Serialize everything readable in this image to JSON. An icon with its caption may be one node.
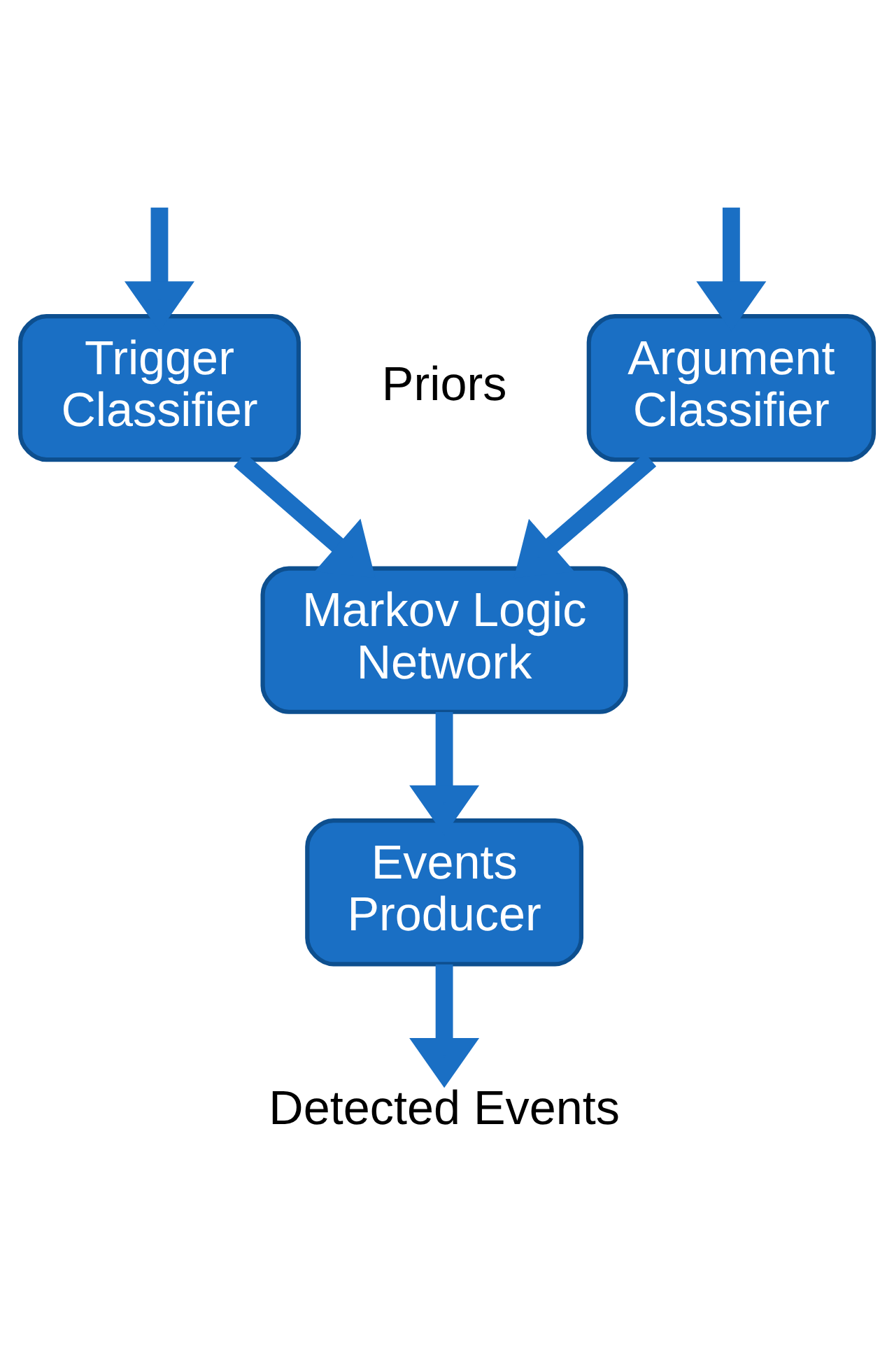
{
  "diagram": {
    "nodes": [
      {
        "text": [
          "Trigger Classifier"
        ]
      },
      {
        "text": [
          "Argument Classifier"
        ]
      },
      {
        "text": [
          "Markov Logic Network"
        ]
      },
      {
        "text": [
          "Events Producer"
        ]
      },
      {
        "text": [
          "Detected Events"
        ]
      }
    ],
    "edges": [
      {
        "from": null,
        "to": 0,
        "arrow": "to"
      },
      {
        "from": null,
        "to": 1,
        "arrow": "to"
      },
      {
        "from": 0,
        "to": 2,
        "arrow": "to"
      },
      {
        "from": 1,
        "to": 2,
        "arrow": "to"
      },
      {
        "from": 2,
        "to": 3,
        "arrow": "to"
      },
      {
        "from": 3,
        "to": 4,
        "arrow": "to"
      }
    ],
    "labels": [
      "Priors"
    ]
  }
}
